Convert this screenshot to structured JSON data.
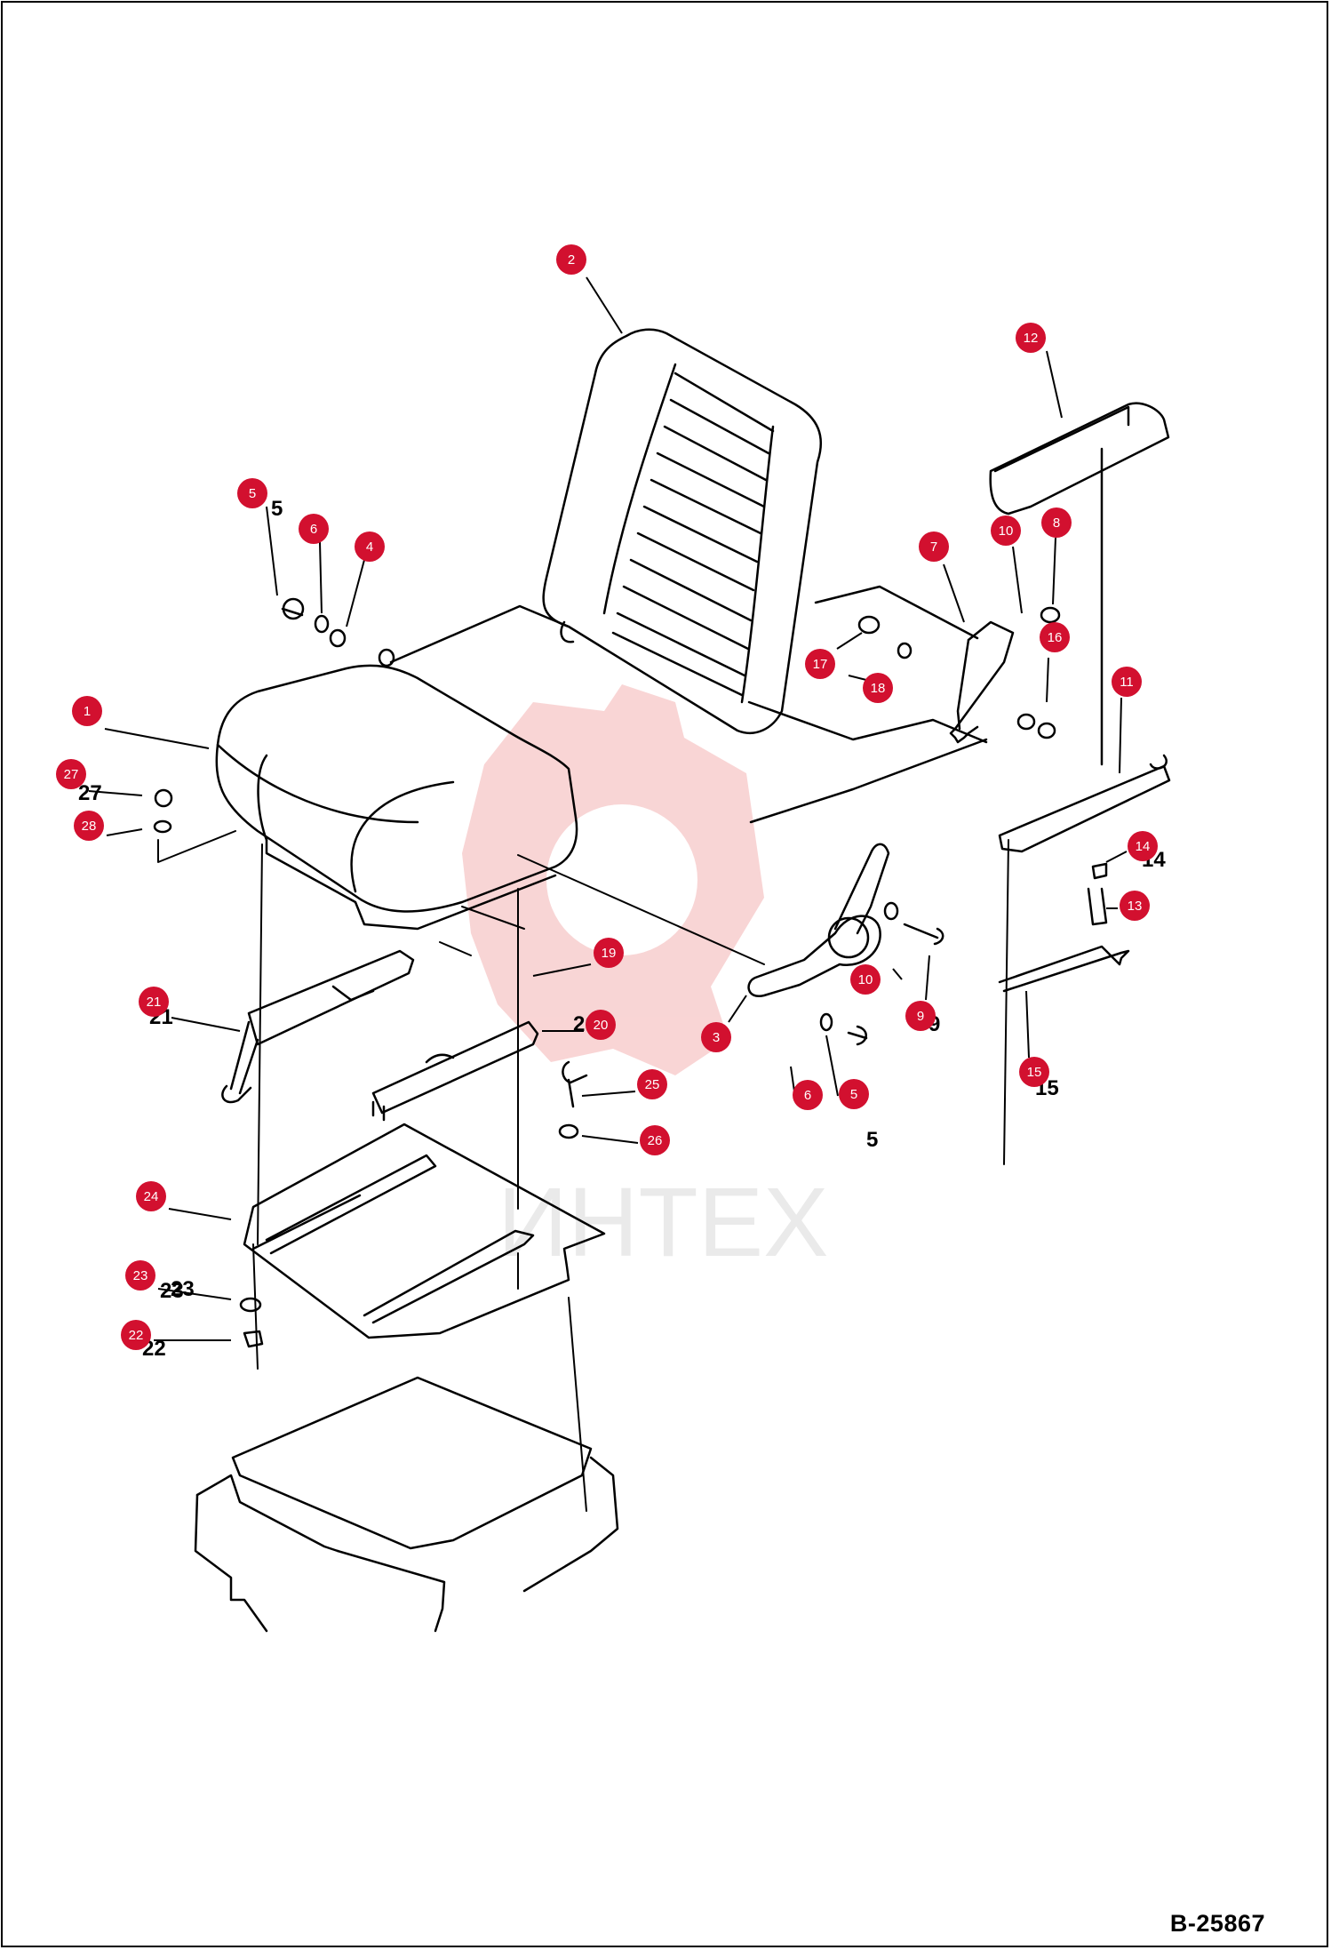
{
  "drawing_code": "B-25867",
  "watermark": {
    "text": "ИНТЕХ",
    "color": "#f4b3b3"
  },
  "callout_color": "#d2102f",
  "callouts": [
    "1",
    "2",
    "3",
    "4",
    "5",
    "6",
    "7",
    "8",
    "9",
    "10",
    "11",
    "12",
    "13",
    "14",
    "15",
    "16",
    "17",
    "18",
    "19",
    "20",
    "21",
    "22",
    "23",
    "24",
    "25",
    "26",
    "27",
    "28",
    "5",
    "6",
    "10"
  ],
  "printed_refs": [
    "5",
    "27",
    "23",
    "22",
    "25",
    "20",
    "21",
    "23",
    "15",
    "14",
    "9",
    "5"
  ]
}
